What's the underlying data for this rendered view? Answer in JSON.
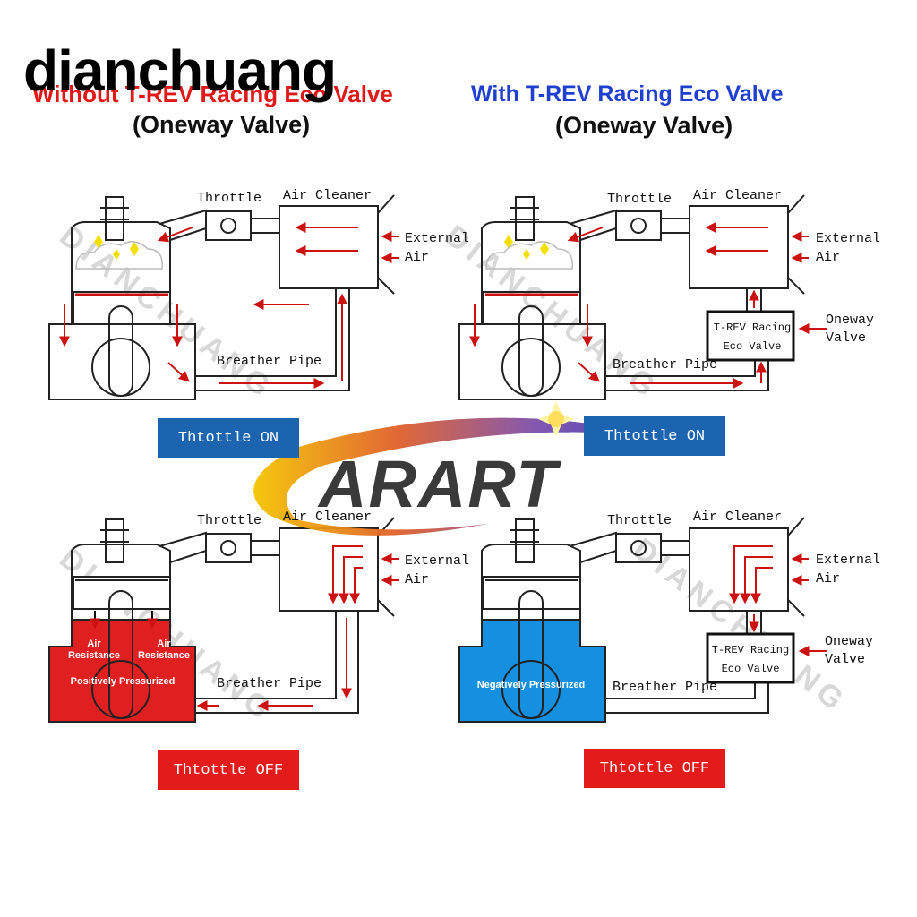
{
  "watermark": {
    "text": "dianchuang"
  },
  "faint_watermark": "DIANCHUANG",
  "titles": {
    "left": "Without T-REV Racing Eco Valve",
    "left_sub": "(Oneway Valve)",
    "right": "With T-REV Racing Eco Valve",
    "right_sub": "(Oneway Valve)"
  },
  "labels": {
    "throttle": "Throttle",
    "air_cleaner": "Air Cleaner",
    "external": "External",
    "air": "Air",
    "breather_pipe": "Breather Pipe",
    "oneway": "Oneway",
    "valve": "Valve",
    "trev_line1": "T-REV Racing",
    "trev_line2": "Eco Valve"
  },
  "badges": {
    "on": "Thtottle ON",
    "off": "Thtottle OFF"
  },
  "crankcase": {
    "air_resistance": "Air\nResistance",
    "positively": "Positively Pressurized",
    "negatively": "Negatively Pressurized"
  },
  "logo": {
    "text": "ARART"
  },
  "colors": {
    "arrow_red": "#cc1111",
    "badge_blue": "#1c64b0",
    "badge_red": "#e31b1b",
    "crank_red": "#e02020",
    "crank_blue": "#1590e0",
    "title_red": "#e01818",
    "title_blue": "#1f3fd0"
  }
}
